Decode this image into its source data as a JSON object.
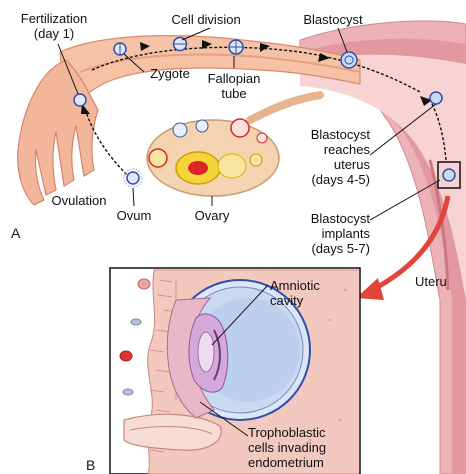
{
  "panels": {
    "a": "A",
    "b": "B"
  },
  "labels": {
    "fertilization": [
      "Fertilization",
      "(day 1)"
    ],
    "cell_division": "Cell division",
    "blastocyst": "Blastocyst",
    "zygote": "Zygote",
    "fallopian_tube": [
      "Fallopian",
      "tube"
    ],
    "blastocyst_reaches": [
      "Blastocyst",
      "reaches",
      "uterus",
      "(days 4-5)"
    ],
    "ovulation": "Ovulation",
    "ovum": "Ovum",
    "ovary": "Ovary",
    "blastocyst_implants": [
      "Blastocyst",
      "implants",
      "(days 5-7)"
    ],
    "uterus": "Uteru",
    "amniotic_cavity": [
      "Amniotic",
      "cavity"
    ],
    "trophoblastic": [
      "Trophoblastic",
      "cells invading",
      "endometrium"
    ]
  },
  "colors": {
    "tube": "#f2b79a",
    "tube_dark": "#d9826a",
    "uterus": "#e9a7ad",
    "uterus_inner": "#c97885",
    "ovary": "#f4d4b0",
    "follicle": "#f8e6a0",
    "corpus": "#e6b800",
    "red": "#d9262a",
    "blue": "#2f4fa8",
    "blastocyst_fill": "#c9d9f0",
    "arrow_red": "#e0443a",
    "inset_tissue": "#f3c9bf",
    "amnion": "#c9a0d9"
  }
}
